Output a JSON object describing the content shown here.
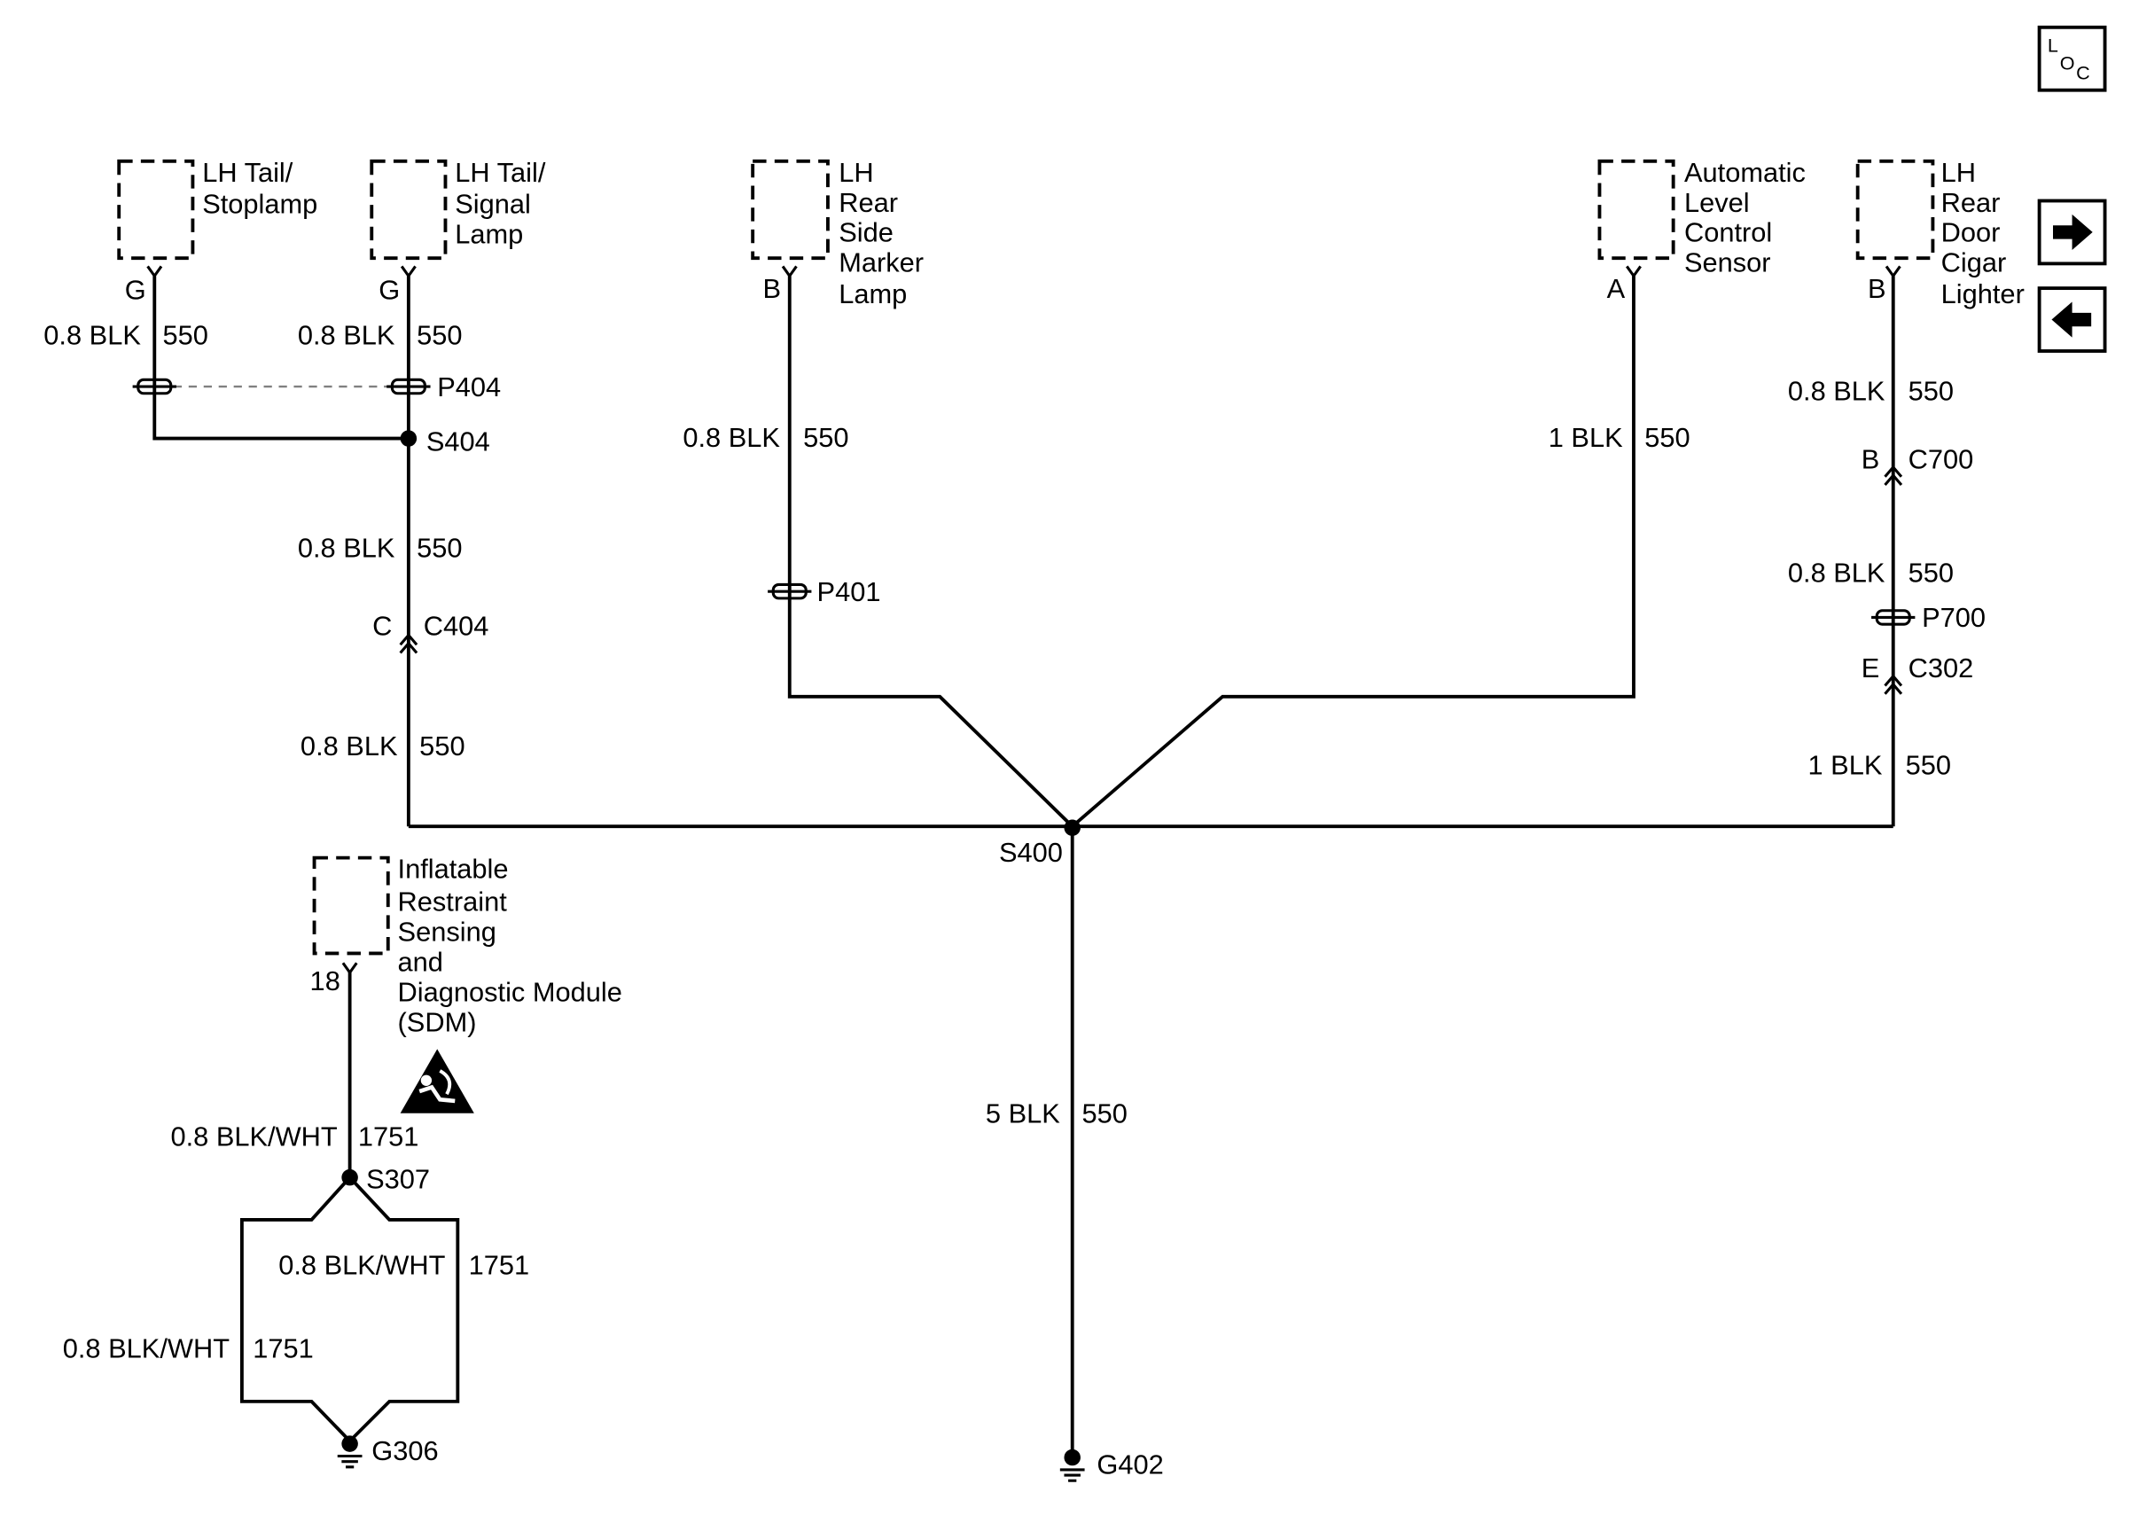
{
  "loc_icon": {
    "letter_l": "L",
    "letter_o": "O",
    "letter_c": "C"
  },
  "navigation": {
    "next_icon": "right-arrow-icon",
    "previous_icon": "left-arrow-icon"
  },
  "components": {
    "lh_tail_stoplamp": {
      "lines": [
        "LH Tail/",
        "Stoplamp"
      ],
      "pin": "G"
    },
    "lh_tail_signal_lamp": {
      "lines": [
        "LH Tail/",
        "Signal",
        "Lamp"
      ],
      "pin": "G"
    },
    "lh_rear_side_marker_lamp": {
      "lines": [
        "LH",
        "Rear",
        "Side",
        "Marker",
        "Lamp"
      ],
      "pin": "B"
    },
    "automatic_level_control_sensor": {
      "lines": [
        "Automatic",
        "Level",
        "Control",
        "Sensor"
      ],
      "pin": "A"
    },
    "lh_rear_door_cigar_lighter": {
      "lines": [
        "LH",
        "Rear",
        "Door",
        "Cigar",
        "Lighter"
      ],
      "pin": "B"
    },
    "sdm": {
      "lines": [
        "Inflatable",
        "Restraint",
        "Sensing",
        "and",
        "Diagnostic Module",
        "(SDM)"
      ],
      "pin": "18",
      "warning_icon": "airbag-caution-icon"
    }
  },
  "wires": {
    "stoplamp_to_p404": {
      "size_color": "0.8 BLK",
      "circuit": "550"
    },
    "signal_lamp_to_p404": {
      "size_color": "0.8 BLK",
      "circuit": "550"
    },
    "s404_to_c404": {
      "size_color": "0.8 BLK",
      "circuit": "550"
    },
    "c404_to_s400": {
      "size_color": "0.8 BLK",
      "circuit": "550"
    },
    "side_marker_to_s400": {
      "size_color": "0.8 BLK",
      "circuit": "550"
    },
    "alc_sensor_to_s400": {
      "size_color": "1 BLK",
      "circuit": "550"
    },
    "cigar_lighter_to_c700": {
      "size_color": "0.8 BLK",
      "circuit": "550"
    },
    "c700_to_p700": {
      "size_color": "0.8 BLK",
      "circuit": "550"
    },
    "c302_to_s400": {
      "size_color": "1 BLK",
      "circuit": "550"
    },
    "s400_to_g402": {
      "size_color": "5 BLK",
      "circuit": "550"
    },
    "sdm_to_s307": {
      "size_color": "0.8 BLK/WHT",
      "circuit": "1751"
    },
    "s307_right_to_g306": {
      "size_color": "0.8 BLK/WHT",
      "circuit": "1751"
    },
    "s307_left_to_g306": {
      "size_color": "0.8 BLK/WHT",
      "circuit": "1751"
    }
  },
  "splices": {
    "s404": "S404",
    "s400": "S400",
    "s307": "S307"
  },
  "splice_packs": {
    "p404": "P404",
    "p401": "P401",
    "p700": "P700"
  },
  "connectors": {
    "c404": {
      "id": "C404",
      "cavity": "C"
    },
    "c700": {
      "id": "C700",
      "cavity": "B"
    },
    "c302": {
      "id": "C302",
      "cavity": "E"
    }
  },
  "grounds": {
    "g402": "G402",
    "g306": "G306"
  }
}
